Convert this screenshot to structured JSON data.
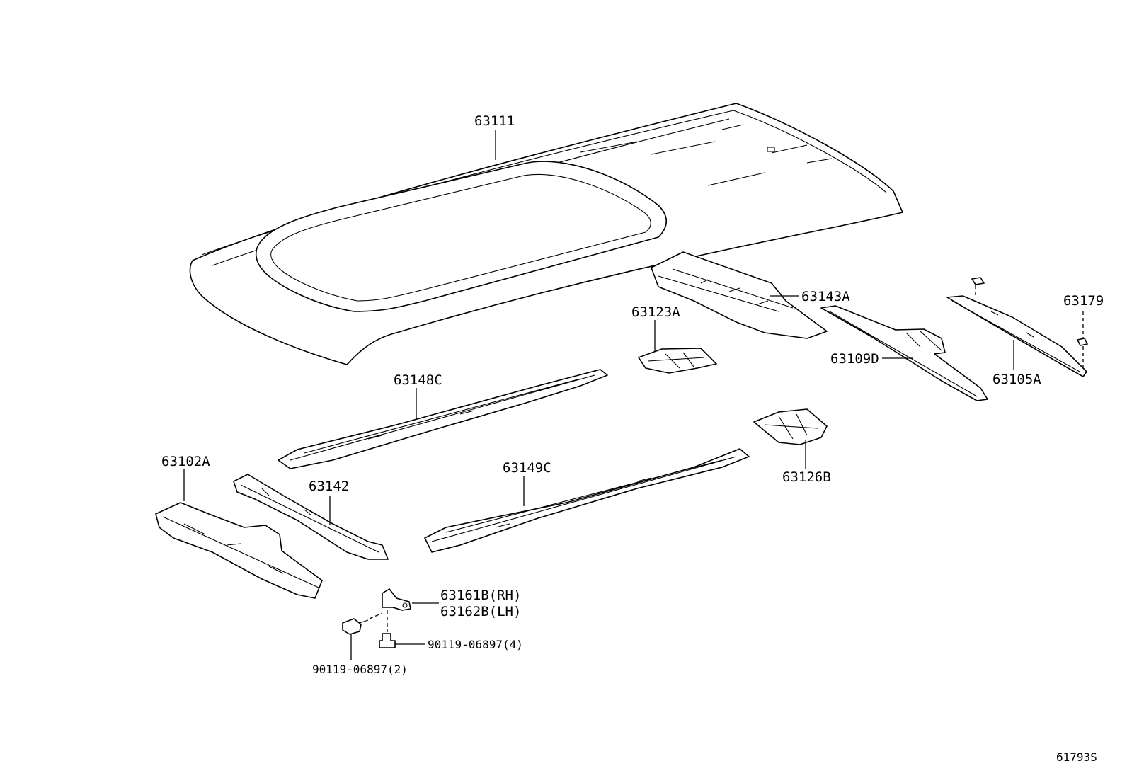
{
  "labels": {
    "p63111": "63111",
    "p63143A": "63143A",
    "p63123A": "63123A",
    "p63179": "63179",
    "p63109D": "63109D",
    "p63105A": "63105A",
    "p63148C": "63148C",
    "p63102A": "63102A",
    "p63142": "63142",
    "p63149C": "63149C",
    "p63126B": "63126B",
    "p63161B": "63161B(RH)",
    "p63162B": "63162B(LH)",
    "p90119_4": "90119-06897(4)",
    "p90119_2": "90119-06897(2)"
  },
  "diagram_code": "61793S"
}
